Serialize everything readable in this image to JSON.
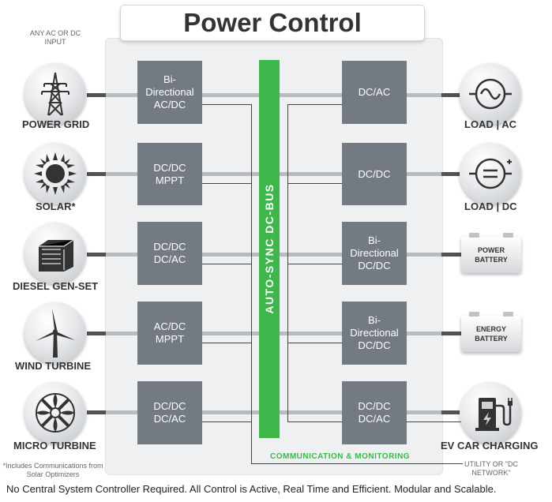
{
  "title": "Power Control",
  "input_note": "ANY AC OR\nDC INPUT",
  "sources": [
    {
      "label": "POWER GRID",
      "icon": "power-pylon-icon"
    },
    {
      "label": "SOLAR*",
      "icon": "sun-icon"
    },
    {
      "label": "DIESEL GEN-SET",
      "icon": "generator-icon"
    },
    {
      "label": "WIND TURBINE",
      "icon": "wind-turbine-icon"
    },
    {
      "label": "MICRO TURBINE",
      "icon": "turbine-fan-icon"
    }
  ],
  "left_converters": [
    "Bi-\nDirectional\nAC/DC",
    "DC/DC\nMPPT",
    "DC/DC\nDC/AC",
    "AC/DC\nMPPT",
    "DC/DC\nDC/AC"
  ],
  "bus_label": "AUTO-SYNC DC-BUS",
  "right_converters": [
    "DC/AC",
    "DC/DC",
    "Bi-\nDirectional\nDC/DC",
    "Bi-\nDirectional\nDC/DC",
    "DC/DC\nDC/AC"
  ],
  "loads": [
    {
      "label": "LOAD | AC",
      "icon": "ac-sine-icon"
    },
    {
      "label": "LOAD | DC",
      "icon": "dc-plus-icon"
    },
    {
      "label": "POWER\nBATTERY",
      "icon": "battery-icon"
    },
    {
      "label": "ENERGY\nBATTERY",
      "icon": "battery-icon"
    },
    {
      "label": "EV CAR CHARGING",
      "icon": "ev-charger-icon"
    }
  ],
  "communication_label": "COMMUNICATION & MONITORING",
  "solar_footnote": "*Includes Communications\nfrom Solar Optimizers",
  "utility_note": "UTILITY OR\n\"DC NETWORK\"",
  "footer": "No Central System Controller Required.  All Control is Active, Real Time and Efficient.  Modular and Scalable."
}
